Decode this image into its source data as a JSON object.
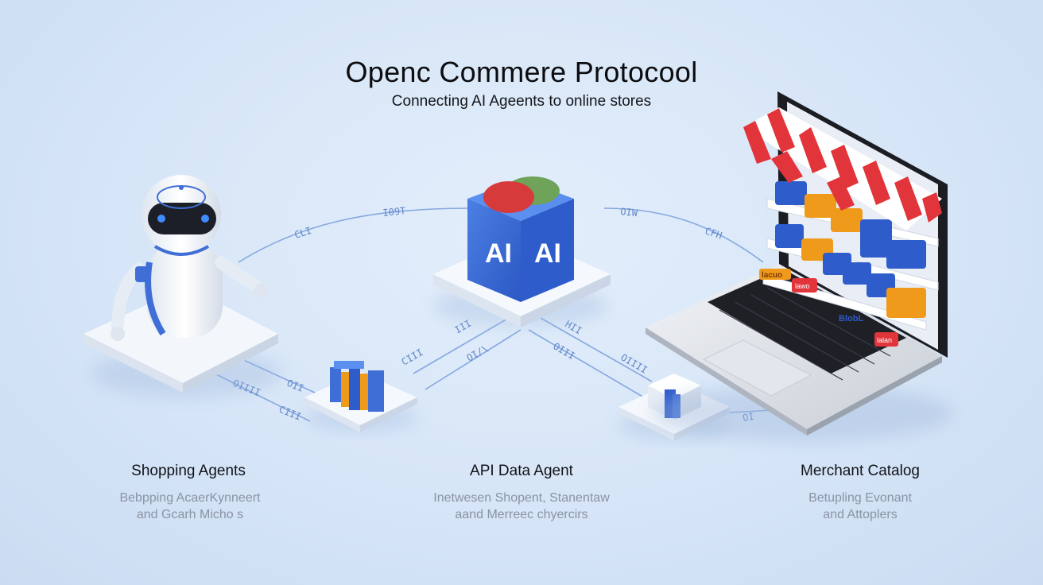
{
  "header": {
    "title": "Openc Commere Protocool",
    "subtitle": "Connecting AI Ageents to online stores"
  },
  "hub": {
    "cube_label_left": "AI",
    "cube_label_right": "AI"
  },
  "connector_labels": [
    "CLI",
    "I09T",
    "OIW",
    "CFH",
    "III",
    "OI/\\",
    "HII",
    "OIII",
    "OIIII",
    "CIII",
    "OII",
    "OIIII",
    "CIII",
    "OI"
  ],
  "nodes": [
    {
      "title": "Shopping Agents",
      "desc_line1": "Bebpping AcaerKynneert",
      "desc_line2": "and Gcarh Micho s"
    },
    {
      "title": "API Data Agent",
      "desc_line1": "Inetwesen Shopent, Stanentaw",
      "desc_line2": "aand Merreec chyercirs"
    },
    {
      "title": "Merchant Catalog",
      "desc_line1": "Betupling Evonant",
      "desc_line2": "and Attoplers"
    }
  ],
  "laptop_screen": {
    "tag1": "lacuo",
    "tag2": "lawo",
    "tag3": "BlobL",
    "tag4": "lalan"
  },
  "colors": {
    "background": "#d6e5f7",
    "accent_blue": "#3f6fd6",
    "connector": "#7da0dc",
    "awning_red": "#e2353b",
    "box_orange": "#f09a1c"
  }
}
